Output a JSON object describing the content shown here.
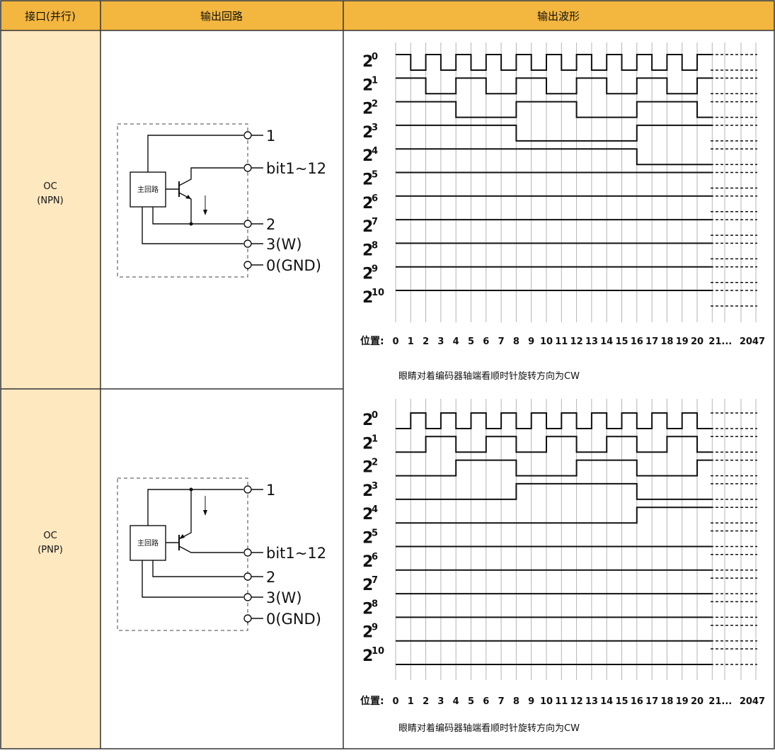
{
  "header": {
    "col_interface": "接口(并行)",
    "col_circuit": "输出回路",
    "col_waveform": "输出波形"
  },
  "colors": {
    "header_bg": "#f3b63e",
    "side_bg": "#fde8c0",
    "border": "#333333",
    "line": "#111111",
    "grid": "#b5b5b5"
  },
  "rows": [
    {
      "type_label": "OC",
      "type_sub": "(NPN)",
      "circuit": {
        "block_label": "主回路",
        "terminals": [
          "1",
          "bit1~12",
          "2",
          "3(W)",
          "0(GND)"
        ],
        "transistor": "npn"
      },
      "waveform": {
        "direction": "falling",
        "bit_labels": [
          {
            "base": "2",
            "exp": "0"
          },
          {
            "base": "2",
            "exp": "1"
          },
          {
            "base": "2",
            "exp": "2"
          },
          {
            "base": "2",
            "exp": "3"
          },
          {
            "base": "2",
            "exp": "4"
          },
          {
            "base": "2",
            "exp": "5"
          },
          {
            "base": "2",
            "exp": "6"
          },
          {
            "base": "2",
            "exp": "7"
          },
          {
            "base": "2",
            "exp": "8"
          },
          {
            "base": "2",
            "exp": "9"
          },
          {
            "base": "2",
            "exp": "10"
          }
        ],
        "position_label": "位置:",
        "positions": [
          "0",
          "1",
          "2",
          "3",
          "4",
          "5",
          "6",
          "7",
          "8",
          "9",
          "10",
          "11",
          "12",
          "13",
          "14",
          "15",
          "16",
          "17",
          "18",
          "19",
          "20",
          "21..."
        ],
        "end_label": "2047",
        "note": "眼睛对着编码器轴端看顺时针旋转方向为CW"
      }
    },
    {
      "type_label": "OC",
      "type_sub": "(PNP)",
      "circuit": {
        "block_label": "主回路",
        "terminals": [
          "1",
          "bit1~12",
          "2",
          "3(W)",
          "0(GND)"
        ],
        "transistor": "pnp"
      },
      "waveform": {
        "direction": "rising",
        "bit_labels": [
          {
            "base": "2",
            "exp": "0"
          },
          {
            "base": "2",
            "exp": "1"
          },
          {
            "base": "2",
            "exp": "2"
          },
          {
            "base": "2",
            "exp": "3"
          },
          {
            "base": "2",
            "exp": "4"
          },
          {
            "base": "2",
            "exp": "5"
          },
          {
            "base": "2",
            "exp": "6"
          },
          {
            "base": "2",
            "exp": "7"
          },
          {
            "base": "2",
            "exp": "8"
          },
          {
            "base": "2",
            "exp": "9"
          },
          {
            "base": "2",
            "exp": "10"
          }
        ],
        "position_label": "位置:",
        "positions": [
          "0",
          "1",
          "2",
          "3",
          "4",
          "5",
          "6",
          "7",
          "8",
          "9",
          "10",
          "11",
          "12",
          "13",
          "14",
          "15",
          "16",
          "17",
          "18",
          "19",
          "20",
          "21..."
        ],
        "end_label": "2047",
        "note": "眼睛对着编码器轴端看顺时针旋转方向为CW"
      }
    }
  ]
}
